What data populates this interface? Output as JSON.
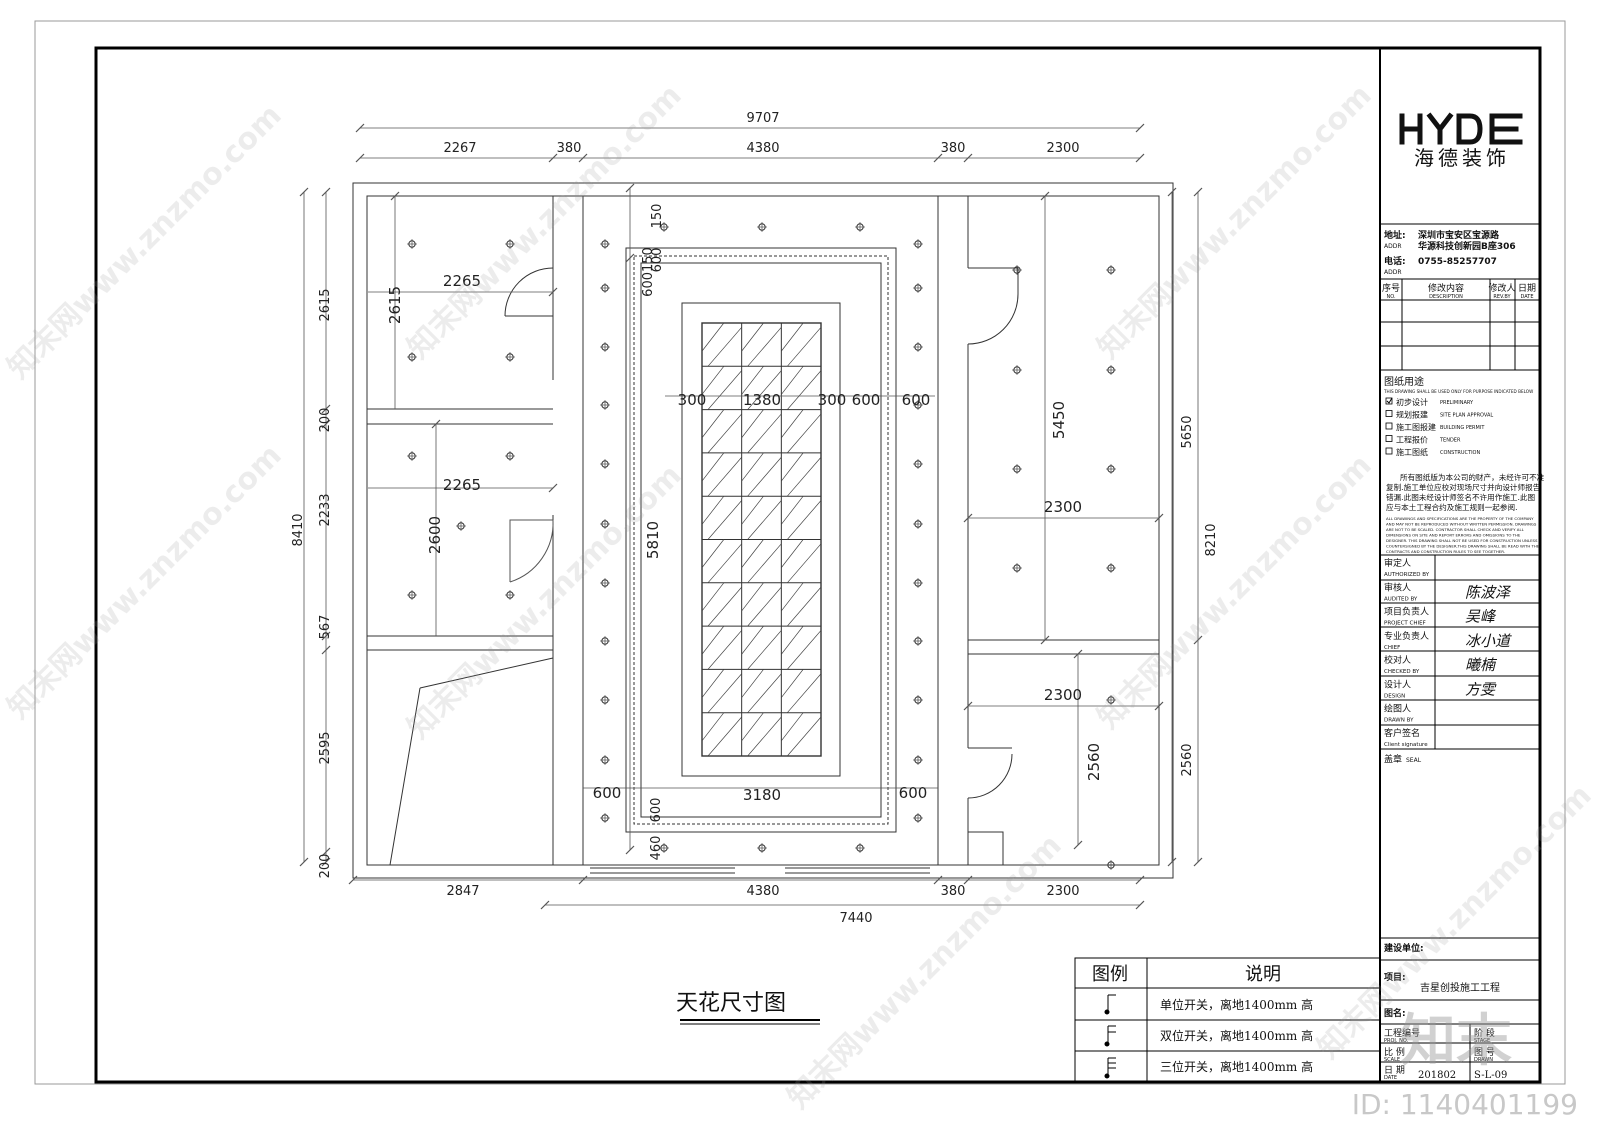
{
  "title": "天花尺寸图",
  "dims": {
    "top_total": "9707",
    "top_row": [
      "2267",
      "380",
      "4380",
      "380",
      "2300"
    ],
    "bottom_row": [
      "2847",
      "4380",
      "380",
      "2300"
    ],
    "bottom_total": "7440",
    "left_total": "8410",
    "left_segments": [
      "2615",
      "200",
      "2233",
      "567",
      "2595",
      "200"
    ],
    "right_total": "8210",
    "right_segments": [
      "5650",
      "2560"
    ],
    "room_a_w": "2265",
    "room_a_h": "2615",
    "room_b_w": "2265",
    "room_b_h": "2600",
    "center_left_stack": "600150",
    "center_top": "150",
    "center_top2": "600",
    "center_h": "5810",
    "center_row": [
      "300",
      "1380",
      "300",
      "600",
      "600"
    ],
    "center_w": "3180",
    "center_side_l": "600",
    "center_side_r": "600",
    "center_bot": [
      "600",
      "460"
    ],
    "right_room_h": "5450",
    "right_room_w": "2300",
    "right_room2_w": "2300",
    "right_room2_h": "2560"
  },
  "logo": {
    "brand": "HYDE",
    "cn": "海德装饰"
  },
  "company": {
    "addr_label": "地址:",
    "addr_en": "ADDR",
    "addr1": "深圳市宝安区宝源路",
    "addr2": "华源科技创新园B座306",
    "tel_label": "电话:",
    "tel_en": "ADDR",
    "tel": "0755-85257707"
  },
  "revision": {
    "headers": [
      "序号",
      "修改内容",
      "修改人",
      "日期"
    ],
    "headers_en": [
      "NO.",
      "DESCRIPTION",
      "REV.BY",
      "DATE"
    ]
  },
  "usage": {
    "title": "图纸用途",
    "subtitle": "THIS DRAWING SHALL BE USED ONLY FOR PURPOSE INDICATED BELOW",
    "items": [
      {
        "cn": "初步设计",
        "en": "PRELIMINARY",
        "checked": true
      },
      {
        "cn": "规划报建",
        "en": "SITE PLAN APPROVAL",
        "checked": false
      },
      {
        "cn": "施工图报建",
        "en": "BUILDING PERMIT",
        "checked": false
      },
      {
        "cn": "工程报价",
        "en": "TENDER",
        "checked": false
      },
      {
        "cn": "施工图纸",
        "en": "CONSTRUCTION",
        "checked": false
      }
    ],
    "note_cn": [
      "所有图纸版为本公司的财产，未经许可不准",
      "复制.施工单位应校对现场尺寸并向设计师报告",
      "错漏.此图未经设计师签名不许用作施工.此图",
      "应与本土工程合约及施工规则一起参阅."
    ],
    "note_en": [
      "ALL DRAWINGS AND SPECIFICATIONS ARE THE PROPERTY OF THE COMPANY",
      "AND MAY NOT BE REPRODUCED WITHOUT WRITTEN PERMISSION. DRAWINGS",
      "ARE NOT TO BE SCALED. CONTRACTOR SHALL CHECK AND VERIFY ALL",
      "DIMENSIONS ON SITE AND REPORT ERRORS AND OMISSIONS TO THE",
      "DESIGNER. THIS DRAWING SHALL NOT BE USED FOR CONSTRUCTION UNLESS",
      "COUNTERSIGNED BY THE DESIGNER.THIS DRAWING SHALL BE READ WITH THE",
      "CONTRACTS AND CONSTRUCTION RULES TO SEE TOGETHER."
    ]
  },
  "signoff": [
    {
      "cn": "审定人",
      "en": "AUTHORIZED BY",
      "sig": ""
    },
    {
      "cn": "审核人",
      "en": "AUDITED BY",
      "sig": "陈波泽"
    },
    {
      "cn": "项目负责人",
      "en": "PROJECT CHIEF",
      "sig": "吴峰"
    },
    {
      "cn": "专业负责人",
      "en": "CHIEF",
      "sig": "冰小道"
    },
    {
      "cn": "校对人",
      "en": "CHECKED BY",
      "sig": "曦楠"
    },
    {
      "cn": "设计人",
      "en": "DESIGN",
      "sig": "方雯"
    },
    {
      "cn": "绘图人",
      "en": "DRAWN BY",
      "sig": ""
    },
    {
      "cn": "客户签名",
      "en": "Client signature",
      "sig": ""
    }
  ],
  "seal": {
    "label": "盖章",
    "en": "SEAL"
  },
  "project": {
    "builder_label": "建设单位:",
    "project_label": "项目:",
    "project_name": "吉星创投施工工程",
    "drawing_label": "图名:",
    "no_label": "工程编号",
    "no_en": "PROJ. NO.",
    "stage_label": "阶 段",
    "stage_en": "STAGE",
    "scale_label": "比 例",
    "scale_en": "SCALE",
    "sheet_label": "图 号",
    "sheet_en": "DRAWN",
    "date_label": "日 期",
    "date_en": "DATE",
    "date": "201802",
    "sheet_no": "S-L-09"
  },
  "legend": {
    "col1": "图例",
    "col2": "说明",
    "rows": [
      "单位开关，离地1400mm     高",
      "双位开关，离地1400mm     高",
      "三位开关，离地1400mm     高"
    ]
  },
  "watermark": {
    "text": "知末网www.znzmo.com",
    "big": "知末",
    "id": "ID: 1140401199"
  }
}
